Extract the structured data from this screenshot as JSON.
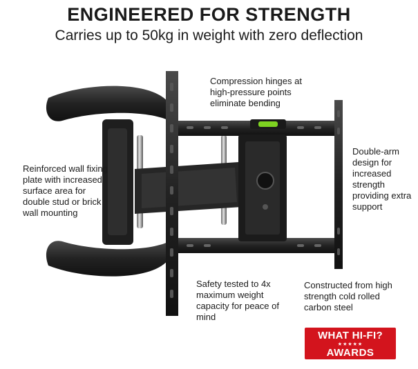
{
  "headline": "ENGINEERED FOR STRENGTH",
  "subheadline": "Carries up to 50kg in weight with zero deflection",
  "callouts": {
    "hinges": "Compression hinges at high-pressure points eliminate bending",
    "wall_plate": "Reinforced wall fixing plate with increased surface area for double stud or brick wall mounting",
    "double_arm": "Double-arm design for increased strength providing extra support",
    "safety": "Safety tested to 4x maximum weight capacity for peace of mind",
    "steel": "Constructed from high strength cold rolled carbon steel"
  },
  "badge": {
    "top": "WHAT HI-FI?",
    "stars": "★★★★★",
    "bottom": "AWARDS",
    "color": "#d3141d"
  },
  "colors": {
    "text": "#1a1a1a",
    "metal": "#2b2b2b",
    "level_vial": "#7ed321"
  }
}
